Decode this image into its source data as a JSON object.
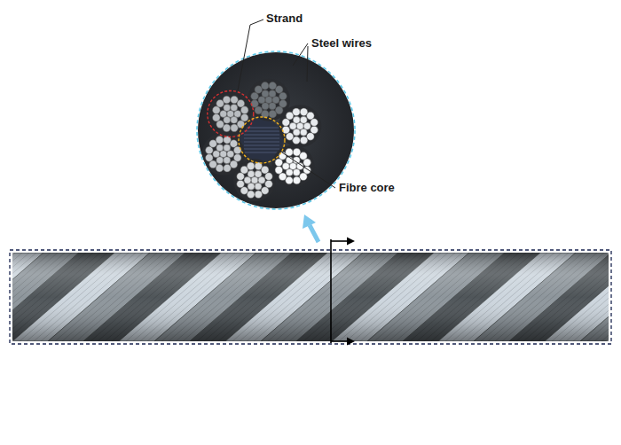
{
  "diagram": {
    "labels": [
      "Strand",
      "Steel wires",
      "Fibre core"
    ]
  }
}
